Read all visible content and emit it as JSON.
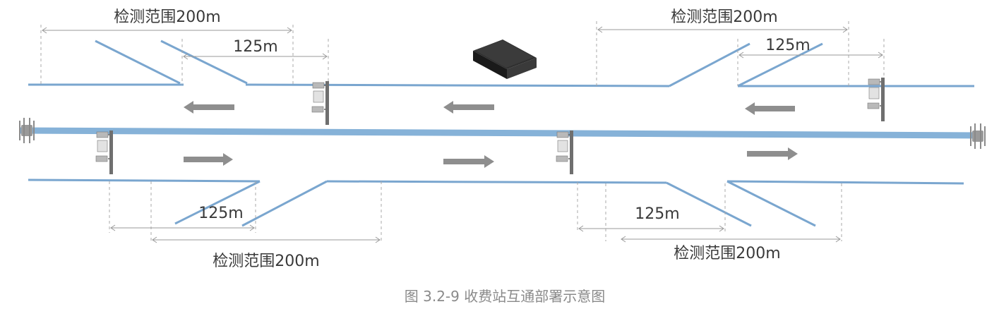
{
  "labels": {
    "top_left_range": "检测范围200m",
    "top_left_short": "125m",
    "top_right_range": "检测范围200m",
    "top_right_short": "125m",
    "bottom_left_range": "检测范围200m",
    "bottom_left_short": "125m",
    "bottom_right_range": "检测范围200m",
    "bottom_right_short": "125m"
  },
  "caption": "图 3.2-9 收费站互通部署示意图",
  "colors": {
    "road": "#7aa6cf",
    "median": "#86b2d8",
    "arrow": "#8e8e8e",
    "caption": "#8a8a8a"
  },
  "icons": {
    "camera": "camera-pole-icon",
    "antenna": "antenna-unit-icon",
    "server": "edge-server-box-icon"
  }
}
